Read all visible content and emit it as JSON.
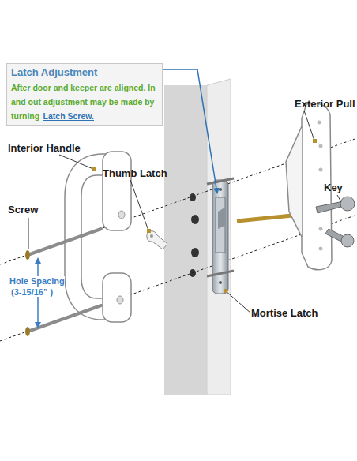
{
  "diagram": {
    "nodes": [
      {
        "text": [
          "Latch Adjustment",
          "After door and keeper are aligned. In and out adjustment may be made by turning",
          "Latch Screw."
        ]
      }
    ],
    "labels": [
      "Exterior Pull",
      "Interior Handle",
      "Thumb Latch",
      "Screw",
      "Hole Spacing",
      "(3-15/16” )",
      "Key",
      "Mortise Latch"
    ]
  }
}
